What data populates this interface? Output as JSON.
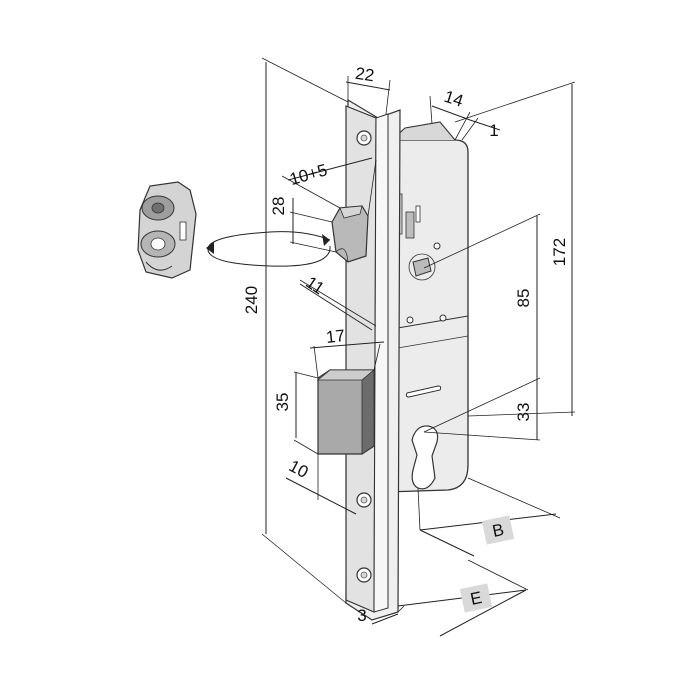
{
  "labels": {
    "width_22": "22",
    "d14": "14",
    "d1": "1",
    "d10p5": "10+5",
    "d28": "28",
    "d11": "11",
    "d240": "240",
    "d172": "172",
    "d85": "85",
    "d17": "17",
    "d35": "35",
    "d33": "33",
    "d10": "10",
    "d3": "3",
    "B": "B",
    "E": "E"
  },
  "colors": {
    "plate": "#e4e4e4",
    "body": "#ececec",
    "edge": "#333333",
    "bolt_front": "#a9a9a9",
    "bolt_side": "#6c6c6c",
    "label_box": "#d9d9d9"
  }
}
